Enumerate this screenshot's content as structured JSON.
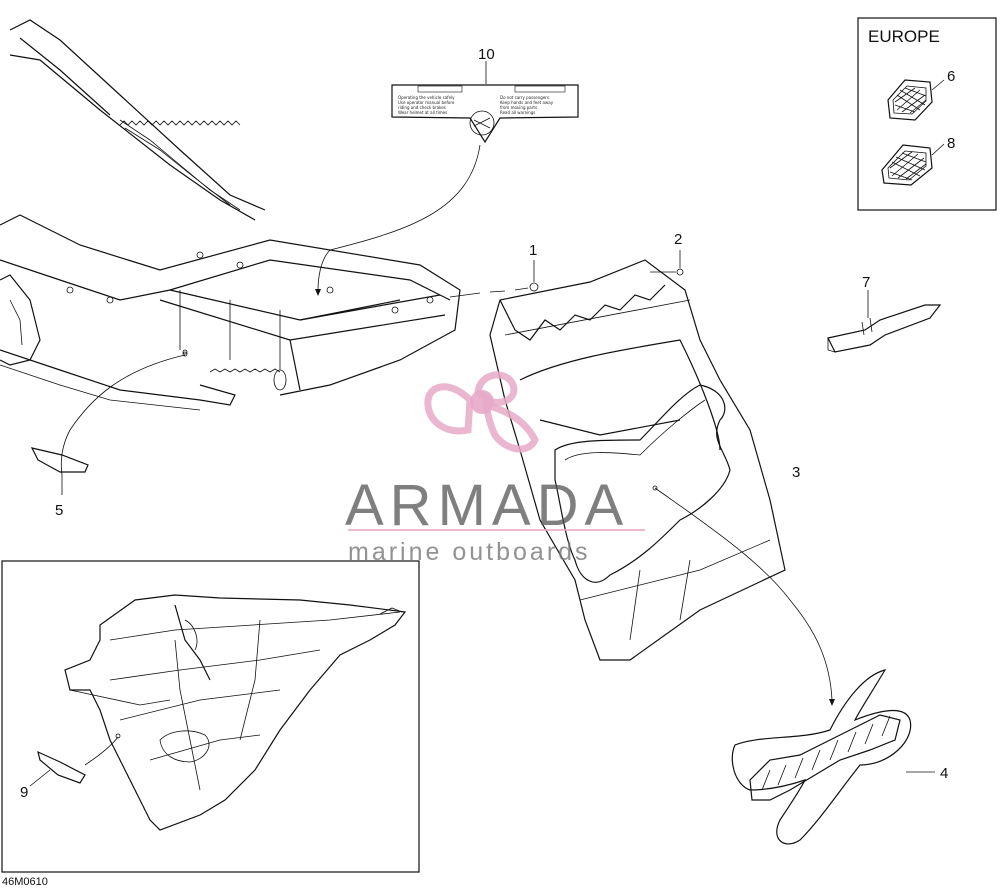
{
  "diagram": {
    "figure_code": "46M0610",
    "europe_box_title": "EUROPE",
    "callouts": [
      {
        "id": "c1",
        "label": "1"
      },
      {
        "id": "c2",
        "label": "2"
      },
      {
        "id": "c3",
        "label": "3"
      },
      {
        "id": "c4",
        "label": "4"
      },
      {
        "id": "c5",
        "label": "5"
      },
      {
        "id": "c6",
        "label": "6"
      },
      {
        "id": "c7",
        "label": "7"
      },
      {
        "id": "c8",
        "label": "8"
      },
      {
        "id": "c9",
        "label": "9"
      },
      {
        "id": "c10",
        "label": "10"
      }
    ]
  },
  "watermark": {
    "brand": "ARMADA",
    "tagline": "marine outboards",
    "logo_color": "#e7a9c8"
  },
  "colors": {
    "line": "#111111",
    "background": "#ffffff"
  }
}
